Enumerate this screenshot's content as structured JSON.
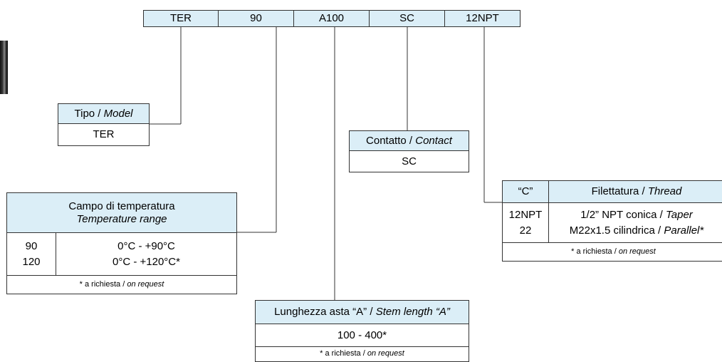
{
  "code_segments": [
    "TER",
    "90",
    "A100",
    "SC",
    "12NPT"
  ],
  "model": {
    "header_main": "Tipo / ",
    "header_em": "Model",
    "value": "TER"
  },
  "temperature": {
    "header_line1": "Campo di temperatura",
    "header_line2": "Temperature range",
    "rows": [
      {
        "code": "90",
        "range": "0°C - +90°C"
      },
      {
        "code": "120",
        "range": "0°C - +120°C*"
      }
    ],
    "note_main": "* a richiesta / ",
    "note_em": "on request"
  },
  "contact": {
    "header_main": "Contatto / ",
    "header_em": "Contact",
    "value": "SC"
  },
  "stem": {
    "header_main": "Lunghezza asta “A” / ",
    "header_em": "Stem length “A”",
    "value": "100 - 400*",
    "note_main": "* a richiesta / ",
    "note_em": "on request"
  },
  "thread": {
    "col1_header": "“C”",
    "header_main": "Filettatura / ",
    "header_em": "Thread",
    "rows": [
      {
        "code": "12NPT",
        "desc_main": "1/2” NPT conica / ",
        "desc_em": "Taper"
      },
      {
        "code": "22",
        "desc_main": "M22x1.5 cilindrica / ",
        "desc_em": "Parallel*"
      }
    ],
    "note_main": "* a richiesta / ",
    "note_em": "on request"
  }
}
